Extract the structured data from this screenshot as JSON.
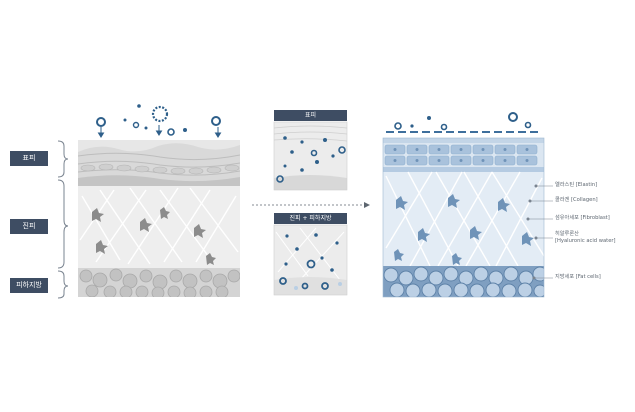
{
  "left_labels": {
    "epidermis": "표피",
    "dermis": "진피",
    "subcutaneous": "피하지방"
  },
  "insets": {
    "top_header": "표피",
    "bottom_header": "진피 + 피하지방"
  },
  "annotations": [
    {
      "line1": "엘라스틴 [Elastin]",
      "line2": ""
    },
    {
      "line1": "콜라겐 [Collagen]",
      "line2": ""
    },
    {
      "line1": "섬유아세포 [Fibroblast]",
      "line2": ""
    },
    {
      "line1": "히알루론산",
      "line2": "[Hyaluronic acid water]"
    },
    {
      "line1": "지방세포 [Fat cells]",
      "line2": ""
    }
  ],
  "colors": {
    "tag_bg": "#3e4d63",
    "accent_blue": "#2e5f8a",
    "healthy_tint": "#dbe6f1",
    "aged_tint": "#e6e6e6"
  }
}
